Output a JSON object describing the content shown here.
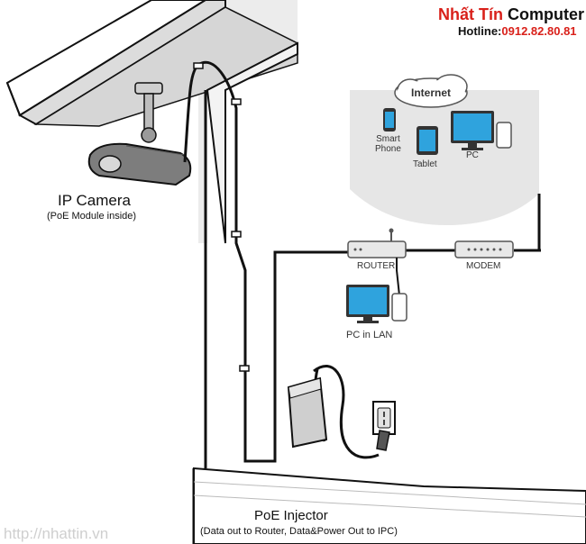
{
  "brand": {
    "name_part1": "Nhất Tín",
    "name_part2": " Computer",
    "hotline_label": "Hotline:",
    "hotline_number": "0912.82.80.81"
  },
  "camera": {
    "title": "IP Camera",
    "subtitle": "(PoE Module inside)"
  },
  "internet": {
    "label": "Internet",
    "devices": {
      "smartphone": "Smart\nPhone",
      "tablet": "Tablet",
      "pc": "PC"
    }
  },
  "network": {
    "router": "ROUTER",
    "modem": "MODEM",
    "pc_lan": "PC in LAN"
  },
  "poe": {
    "title": "PoE Injector",
    "subtitle": "(Data out to Router, Data&Power Out to IPC)"
  },
  "website": "http://nhattin.vn",
  "colors": {
    "brand_red": "#d9201a",
    "screen_blue": "#2fa3dd",
    "cloud_gray": "#e6e6e6",
    "wall_gray": "#ececec"
  }
}
